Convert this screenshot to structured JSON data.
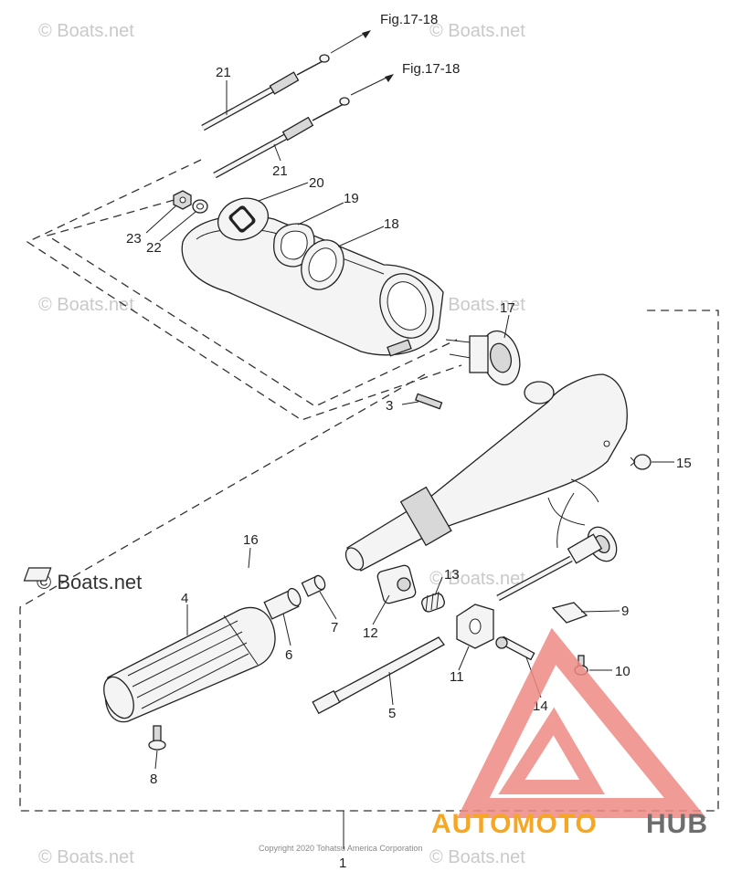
{
  "figure_refs": [
    "Fig.17-18",
    "Fig.17-18"
  ],
  "watermark": "© Boats.net",
  "copyright": "Copyright 2020 Tohatsu America Corporation",
  "brand": {
    "part1": "AUTOMOTO",
    "part2": "HUB",
    "color1": "#f5a623",
    "color2": "#6d6d6d",
    "logo_color": "#ef8a84"
  },
  "parts": {
    "p1": "1",
    "p3": "3",
    "p4": "4",
    "p5": "5",
    "p6": "6",
    "p7": "7",
    "p8": "8",
    "p9": "9",
    "p10": "10",
    "p11": "11",
    "p12": "12",
    "p13": "13",
    "p14": "14",
    "p15": "15",
    "p16": "16",
    "p17": "17",
    "p18": "18",
    "p19": "19",
    "p20": "20",
    "p21a": "21",
    "p21b": "21",
    "p22": "22",
    "p23": "23"
  }
}
